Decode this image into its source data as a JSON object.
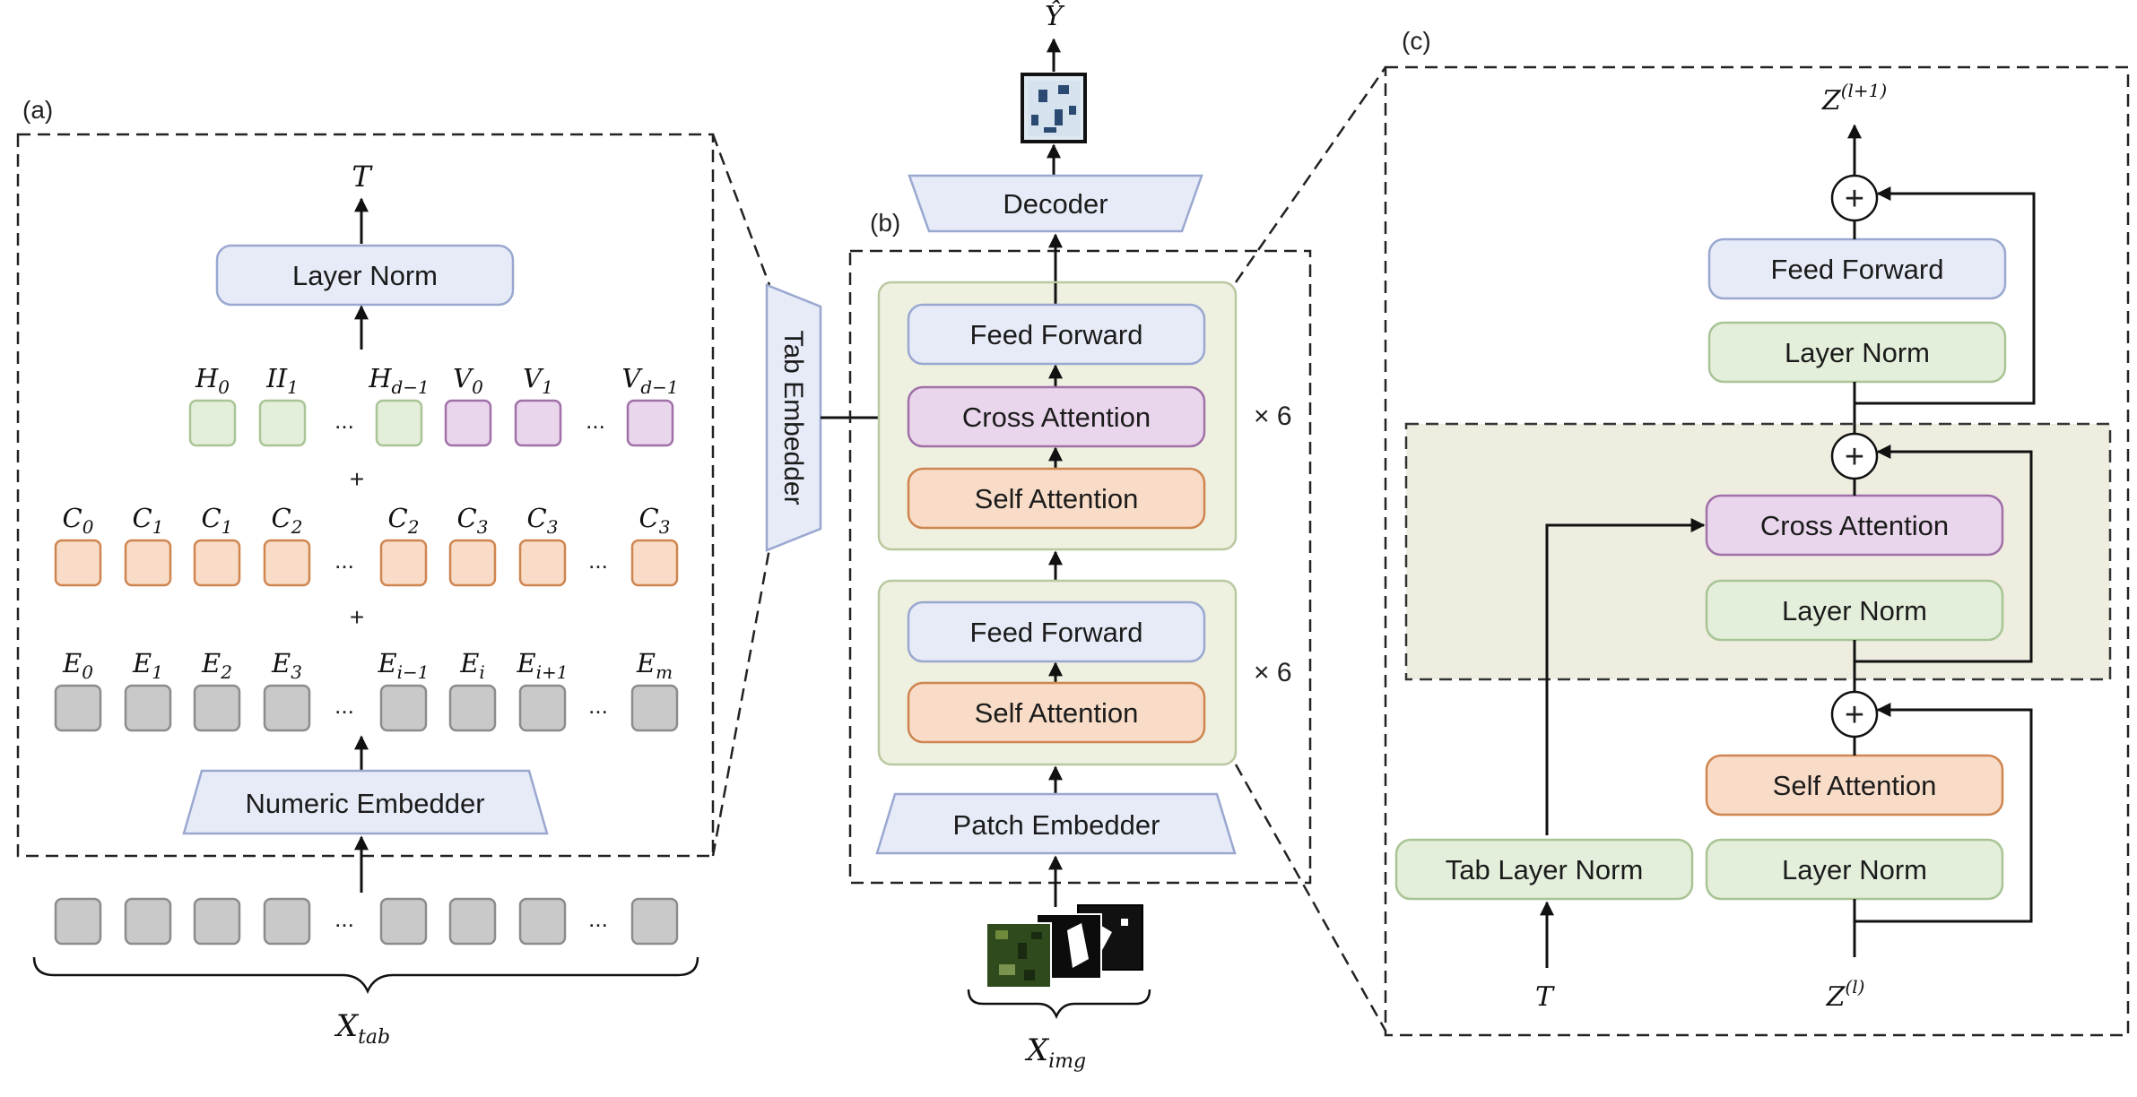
{
  "panels": {
    "a": "(a)",
    "b": "(b)",
    "c": "(c)"
  },
  "left": {
    "output": "T",
    "layer_norm": "Layer Norm",
    "numeric_embedder": "Numeric Embedder",
    "input_label_base": "X",
    "input_label_sub": "tab",
    "plus": "+",
    "ellipsis": "...",
    "h_row": [
      {
        "base": "H",
        "sub": "0"
      },
      {
        "base": "II",
        "sub": "1"
      },
      {
        "base": "H",
        "sub": "d−1"
      },
      {
        "base": "V",
        "sub": "0"
      },
      {
        "base": "V",
        "sub": "1"
      },
      {
        "base": "V",
        "sub": "d−1"
      }
    ],
    "c_row": [
      {
        "base": "C",
        "sub": "0"
      },
      {
        "base": "C",
        "sub": "1"
      },
      {
        "base": "C",
        "sub": "1"
      },
      {
        "base": "C",
        "sub": "2"
      },
      {
        "base": "C",
        "sub": "2"
      },
      {
        "base": "C",
        "sub": "3"
      },
      {
        "base": "C",
        "sub": "3"
      },
      {
        "base": "C",
        "sub": "3"
      }
    ],
    "e_row": [
      {
        "base": "E",
        "sub": "0"
      },
      {
        "base": "E",
        "sub": "1"
      },
      {
        "base": "E",
        "sub": "2"
      },
      {
        "base": "E",
        "sub": "3"
      },
      {
        "base": "E",
        "sub": "i−1"
      },
      {
        "base": "E",
        "sub": "i"
      },
      {
        "base": "E",
        "sub": "i+1"
      },
      {
        "base": "E",
        "sub": "m"
      }
    ]
  },
  "middle": {
    "tab_embedder": "Tab Embedder",
    "output": "Ŷ",
    "decoder": "Decoder",
    "upper_block": [
      "Feed Forward",
      "Cross Attention",
      "Self Attention"
    ],
    "upper_repeat": "× 6",
    "lower_block": [
      "Feed Forward",
      "Self Attention"
    ],
    "lower_repeat": "× 6",
    "patch_embedder": "Patch Embedder",
    "input_label_base": "X",
    "input_label_sub": "img"
  },
  "right": {
    "output_base": "Z",
    "output_sup": "(l+1)",
    "input_base": "Z",
    "input_sup": "(l)",
    "tab_input": "T",
    "feed_forward": "Feed Forward",
    "layer_norm_top": "Layer Norm",
    "cross_attention": "Cross Attention",
    "layer_norm_mid": "Layer Norm",
    "self_attention": "Self Attention",
    "layer_norm_bottom": "Layer Norm",
    "tab_layer_norm": "Tab Layer Norm",
    "plus": "+"
  },
  "colors": {
    "blue_fill": "#e6ebf7",
    "blue_stroke": "#9aa8d0",
    "green_fill": "#e4efdb",
    "green_stroke": "#a9c495",
    "purple_fill": "#ead6ec",
    "purple_stroke": "#a070a8",
    "orange_fill": "#f8dcc7",
    "orange_stroke": "#cf8550",
    "gray_fill": "#c9c9c9",
    "gray_stroke": "#8c8c8c",
    "group_fill": "#eef0e0",
    "group_stroke": "#b9c89f",
    "highlight_fill": "#eeede0"
  }
}
